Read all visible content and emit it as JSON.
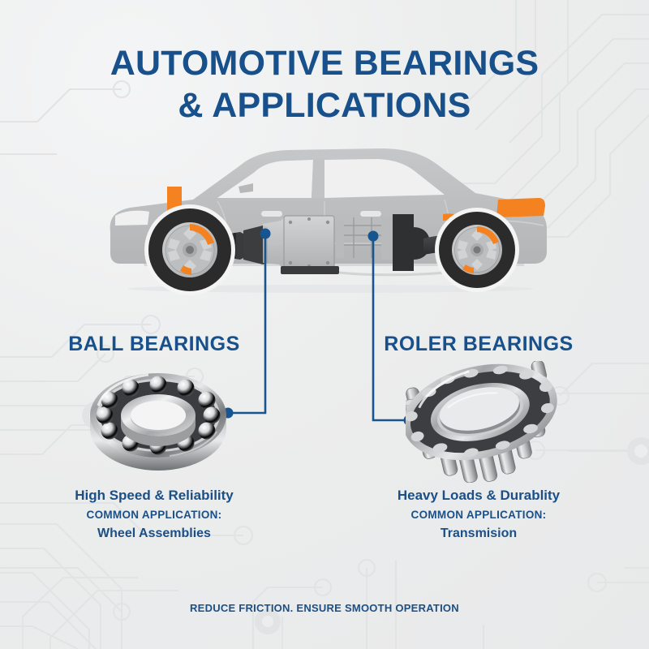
{
  "theme": {
    "brand_blue": "#18508c",
    "accent_orange": "#f58220",
    "background": "#eceded",
    "car_body_grey": "#bcbdbf",
    "tire_black": "#2b2b2b"
  },
  "header": {
    "title_line1": "AUTOMOTIVE BEARINGS",
    "title_line2": "& APPLICATIONS"
  },
  "diagram": {
    "vehicle_label": "car-cutaway-sedan",
    "callouts": [
      {
        "id": "front-axle-node",
        "target": "ball-bearings"
      },
      {
        "id": "rear-axle-node",
        "target": "roller-bearings"
      }
    ]
  },
  "sections": [
    {
      "id": "ball-bearings",
      "heading": "BALL BEARINGS",
      "image_name": "ball-bearing-illustration",
      "benefit": "High Speed & Reliability",
      "application_label": "COMMON APPLICATION:",
      "application_value": "Wheel Assemblies"
    },
    {
      "id": "roller-bearings",
      "heading": "ROLER BEARINGS",
      "image_name": "roller-bearing-illustration",
      "benefit": "Heavy Loads & Durablity",
      "application_label": "COMMON APPLICATION:",
      "application_value": "Transmision"
    }
  ],
  "footer": {
    "tagline": "REDUCE FRICTION. ENSURE SMOOTH OPERATION"
  }
}
